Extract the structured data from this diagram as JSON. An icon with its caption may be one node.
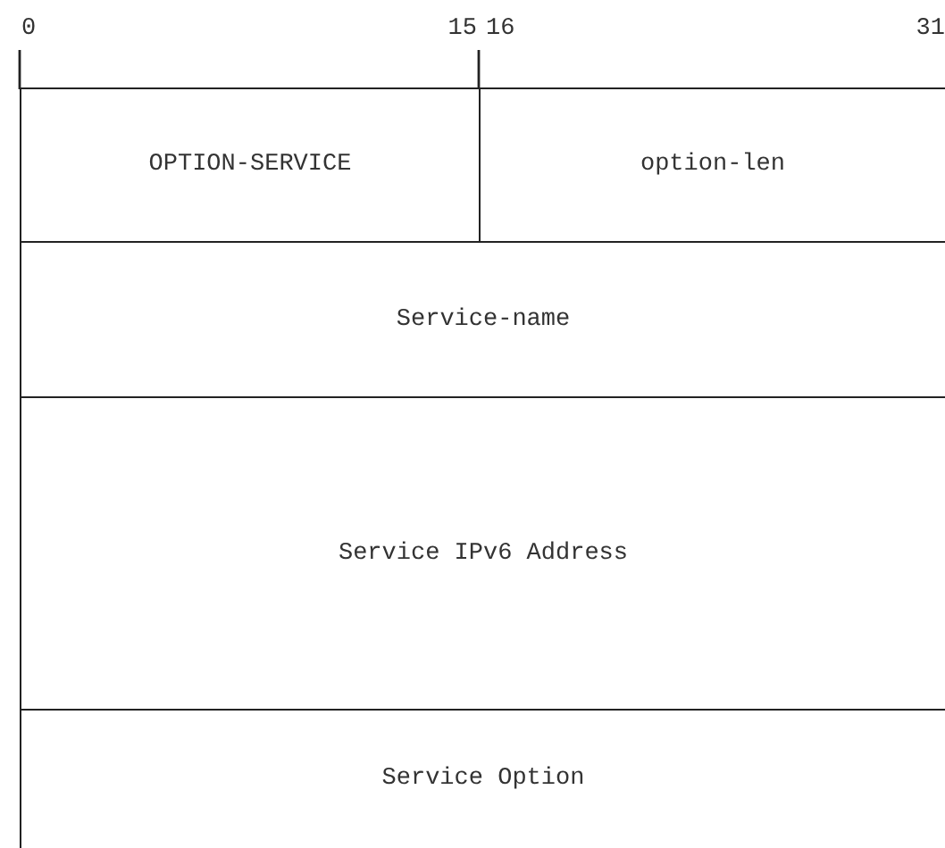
{
  "diagram": {
    "nodes": [
      {
        "text": [
          "OPTION-SERVICE"
        ]
      },
      {
        "text": [
          "option-len"
        ]
      },
      {
        "text": [
          "Service-name"
        ]
      },
      {
        "text": [
          "Service IPv6 Address"
        ]
      },
      {
        "text": [
          "Service Option"
        ]
      }
    ],
    "labels": [
      "0",
      "15",
      "16",
      "31"
    ]
  }
}
